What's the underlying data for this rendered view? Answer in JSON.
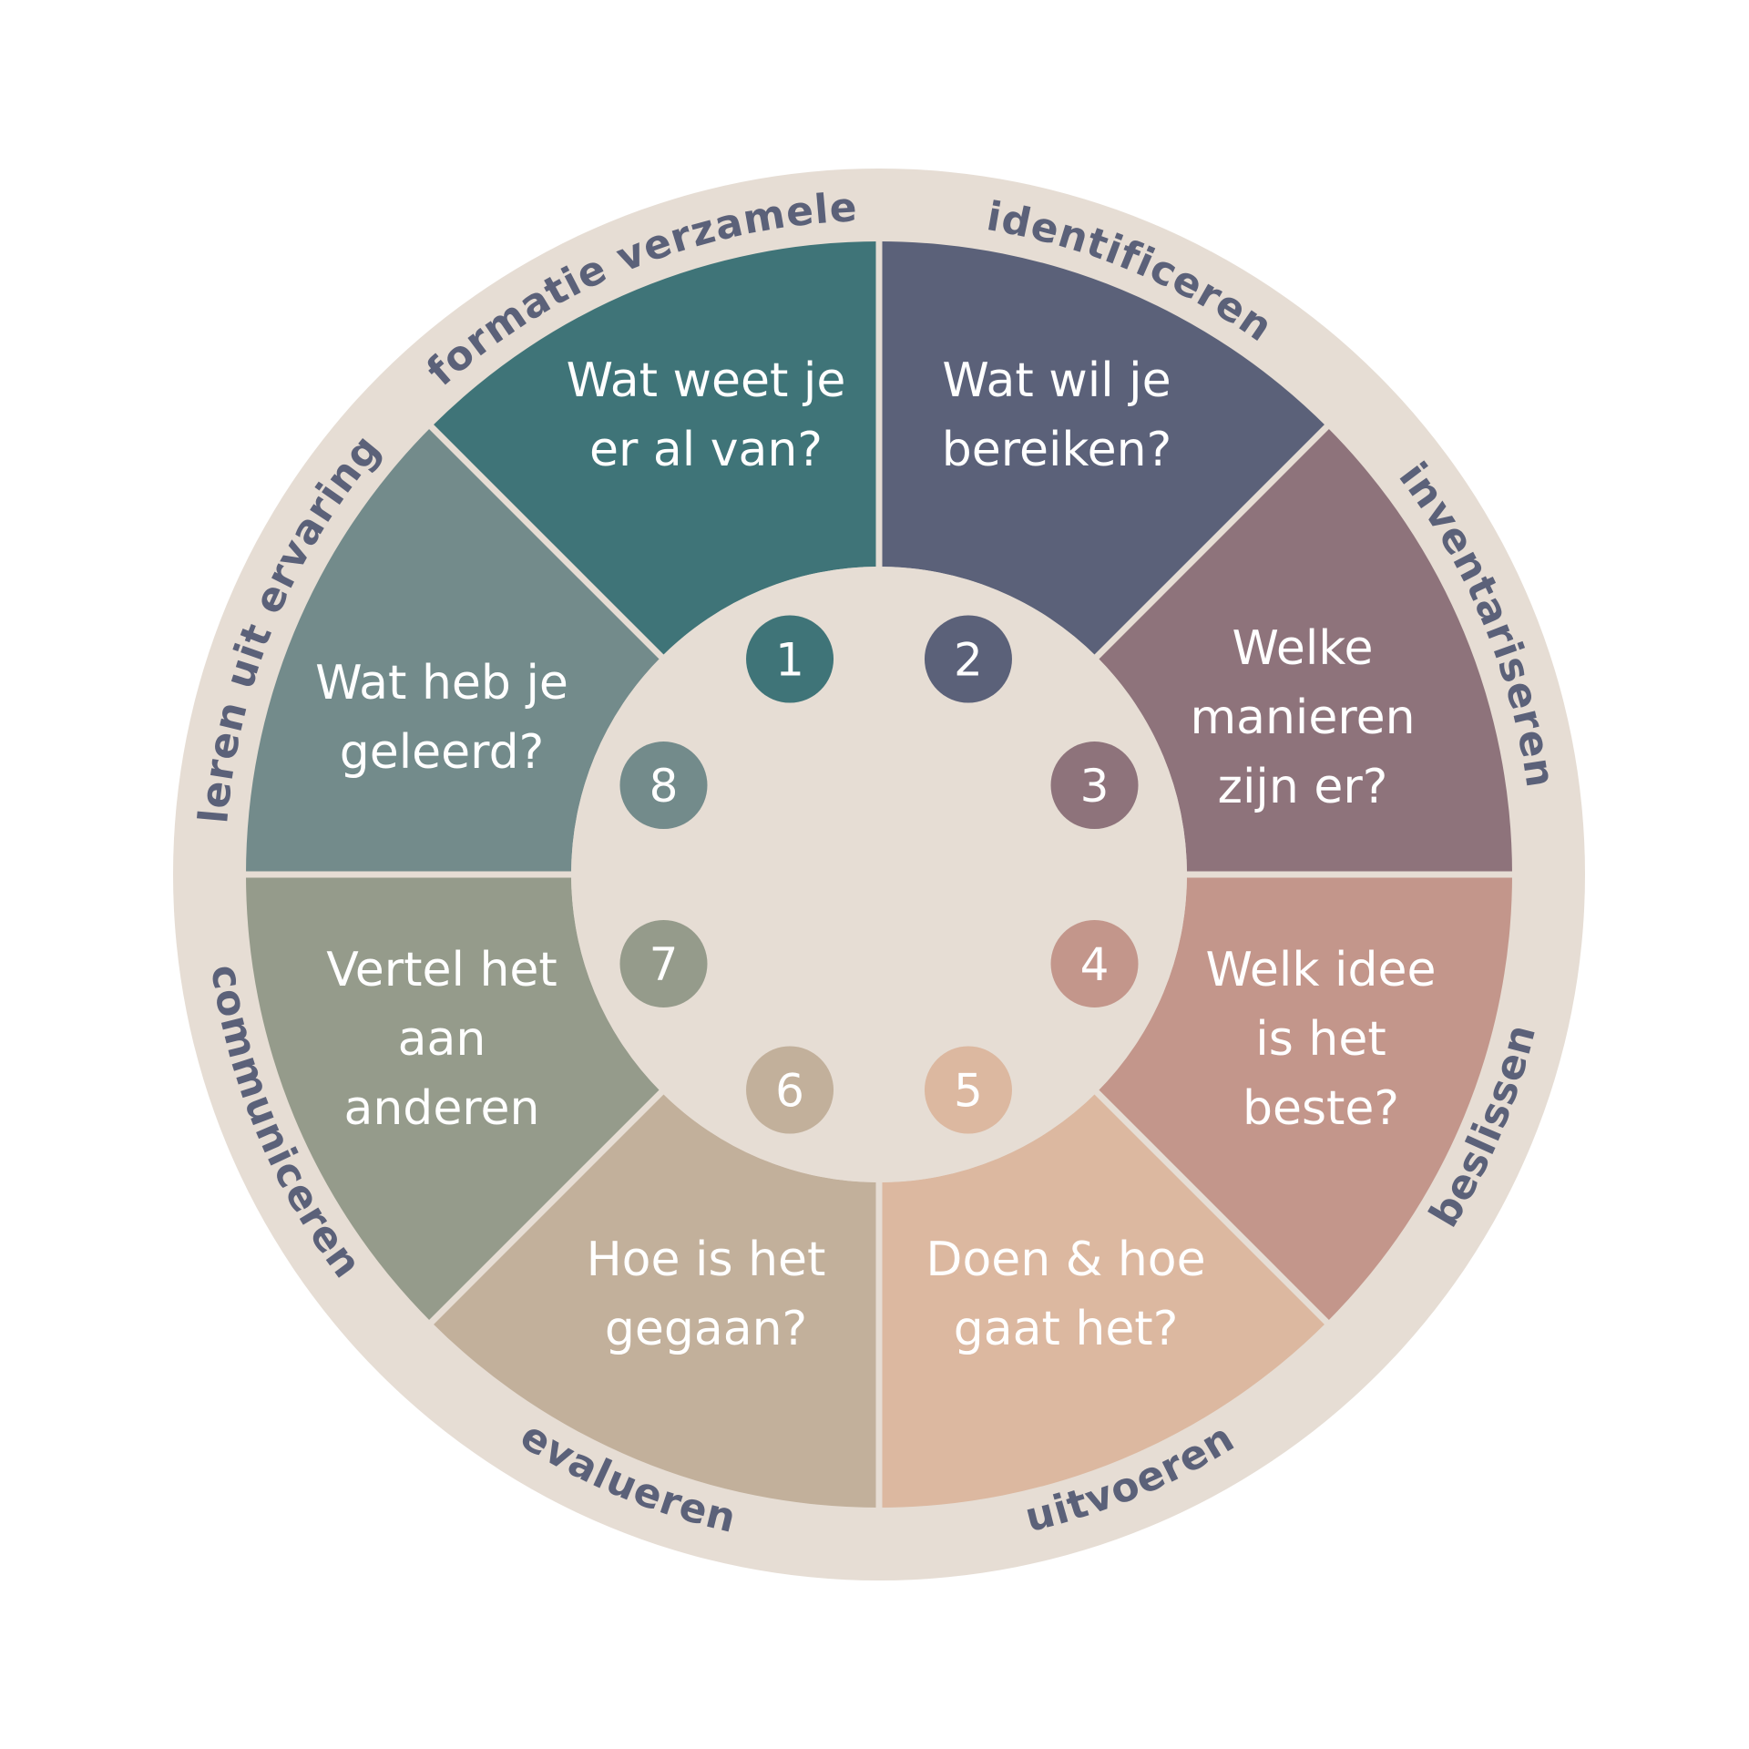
{
  "colors": {
    "ring": "#e6ddd4",
    "hub": "#e6ddd4",
    "divider": "#e6ddd4",
    "label": "#5b6179",
    "text": "#ffffff"
  },
  "segments": [
    {
      "number": "1",
      "question": [
        "Wat weet je",
        "er al van?"
      ],
      "phase": "informatie verzamelen",
      "color": "#3f7478"
    },
    {
      "number": "2",
      "question": [
        "Wat wil je",
        "bereiken?"
      ],
      "phase": "identificeren",
      "color": "#5b6179"
    },
    {
      "number": "3",
      "question": [
        "Welke",
        "manieren",
        "zijn er?"
      ],
      "phase": "inventariseren",
      "color": "#8e737b"
    },
    {
      "number": "4",
      "question": [
        "Welk idee",
        "is het",
        "beste?"
      ],
      "phase": "beslissen",
      "color": "#c3968b"
    },
    {
      "number": "5",
      "question": [
        "Doen & hoe",
        "gaat het?"
      ],
      "phase": "uitvoeren",
      "color": "#dcb8a0"
    },
    {
      "number": "6",
      "question": [
        "Hoe is het",
        "gegaan?"
      ],
      "phase": "evalueren",
      "color": "#c2b09b"
    },
    {
      "number": "7",
      "question": [
        "Vertel het",
        "aan",
        "anderen"
      ],
      "phase": "communiceren",
      "color": "#959b8b"
    },
    {
      "number": "8",
      "question": [
        "Wat heb je",
        "geleerd?"
      ],
      "phase": "leren uit ervaring",
      "color": "#738b8b"
    }
  ]
}
